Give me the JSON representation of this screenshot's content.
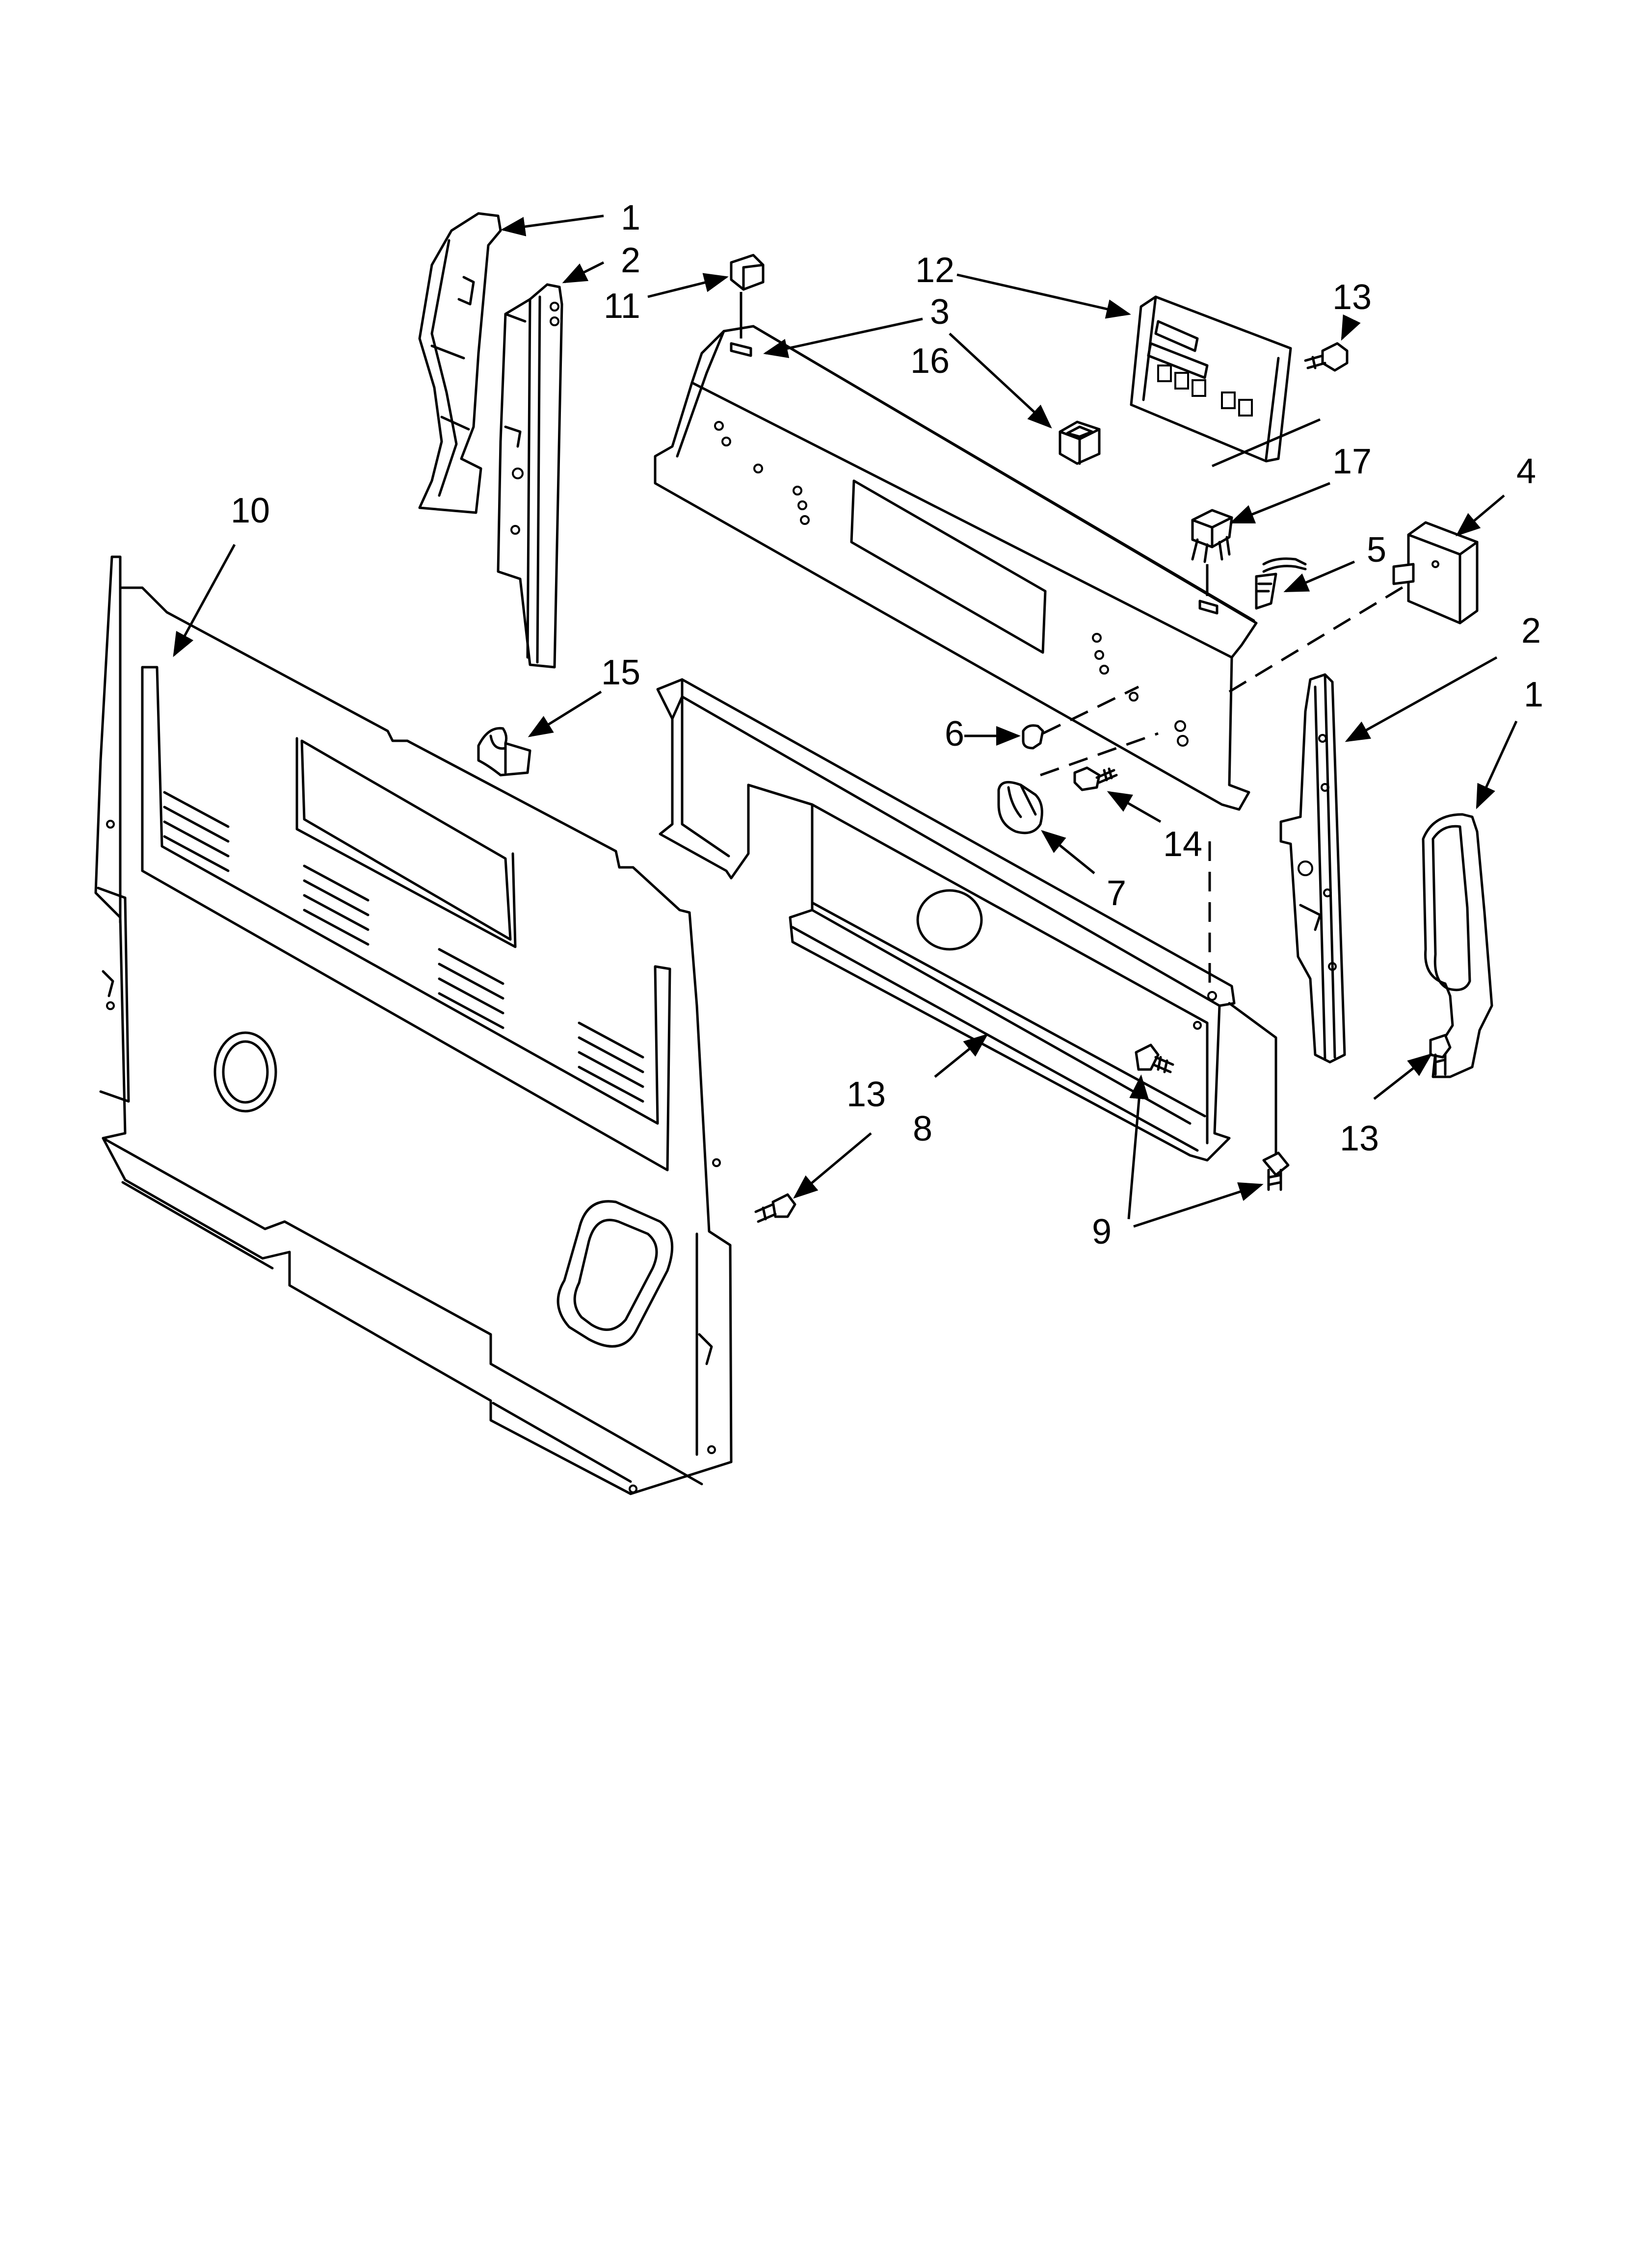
{
  "diagram": {
    "callouts": [
      {
        "id": "c1a",
        "label": "1"
      },
      {
        "id": "c2a",
        "label": "2"
      },
      {
        "id": "c11",
        "label": "11"
      },
      {
        "id": "c12",
        "label": "12"
      },
      {
        "id": "c3",
        "label": "3"
      },
      {
        "id": "c13a",
        "label": "13"
      },
      {
        "id": "c16",
        "label": "16"
      },
      {
        "id": "c10",
        "label": "10"
      },
      {
        "id": "c17",
        "label": "17"
      },
      {
        "id": "c4",
        "label": "4"
      },
      {
        "id": "c5",
        "label": "5"
      },
      {
        "id": "c2b",
        "label": "2"
      },
      {
        "id": "c15",
        "label": "15"
      },
      {
        "id": "c1b",
        "label": "1"
      },
      {
        "id": "c6",
        "label": "6"
      },
      {
        "id": "c14",
        "label": "14"
      },
      {
        "id": "c7",
        "label": "7"
      },
      {
        "id": "c13b",
        "label": "13"
      },
      {
        "id": "c8",
        "label": "8"
      },
      {
        "id": "c13c",
        "label": "13"
      },
      {
        "id": "c9",
        "label": "9"
      }
    ],
    "colors": {
      "line": "#000000",
      "background": "#ffffff"
    }
  }
}
